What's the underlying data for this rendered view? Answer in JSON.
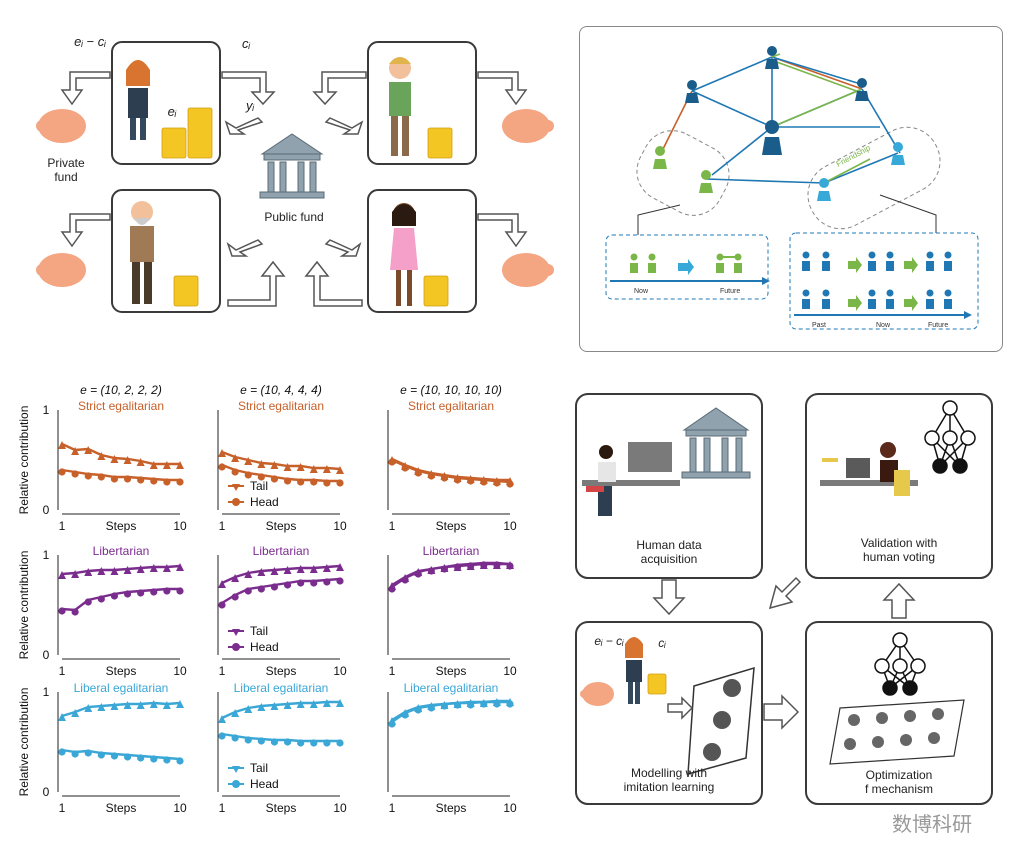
{
  "panel_a": {
    "top_left_label": "eᵢ − cᵢ",
    "top_c_label": "cᵢ",
    "y_label": "yᵢ",
    "e_label": "eᵢ",
    "private_fund": "Private\nfund",
    "public_fund": "Public fund"
  },
  "panel_b": {
    "friendship": "Friendship",
    "left_box": {
      "now": "Now",
      "future": "Future"
    },
    "right_box": {
      "past": "Past",
      "now": "Now",
      "future": "Future"
    },
    "colors": {
      "orange": "#c8602a",
      "blue": "#1f78b4",
      "green": "#7ab648",
      "node_dark": "#1a5c8a",
      "node_light": "#36a9d8"
    }
  },
  "panel_c": {
    "column_titles": [
      "e = (10, 2, 2, 2)",
      "e = (10, 4, 4, 4)",
      "e = (10, 10, 10, 10)"
    ],
    "row_titles": [
      "Strict egalitarian",
      "Libertarian",
      "Liberal egalitarian"
    ],
    "y_axis_label": "Relative contribution",
    "x_axis_label": "Steps",
    "x_ticks": [
      "1",
      "10"
    ],
    "y_ticks": [
      "0",
      "1"
    ],
    "legend": {
      "tail": "Tail",
      "head": "Head"
    },
    "colors": {
      "strict": "#c8602a",
      "libertarian": "#7b2d8e",
      "liberal": "#3aa7d6"
    }
  },
  "chart_data": [
    {
      "type": "line",
      "title": "Strict egalitarian",
      "subtitle": "e = (10, 2, 2, 2)",
      "xlabel": "Steps",
      "ylabel": "Relative contribution",
      "x": [
        1,
        2,
        3,
        4,
        5,
        6,
        7,
        8,
        9,
        10
      ],
      "ylim": [
        0,
        1
      ],
      "series": [
        {
          "name": "Tail",
          "values": [
            0.66,
            0.6,
            0.61,
            0.55,
            0.52,
            0.51,
            0.49,
            0.46,
            0.46,
            0.46
          ]
        },
        {
          "name": "Head",
          "values": [
            0.4,
            0.38,
            0.36,
            0.35,
            0.33,
            0.33,
            0.32,
            0.31,
            0.3,
            0.3
          ]
        }
      ]
    },
    {
      "type": "line",
      "title": "Strict egalitarian",
      "subtitle": "e = (10, 4, 4, 4)",
      "xlabel": "Steps",
      "ylabel": "",
      "x": [
        1,
        2,
        3,
        4,
        5,
        6,
        7,
        8,
        9,
        10
      ],
      "ylim": [
        0,
        1
      ],
      "series": [
        {
          "name": "Tail",
          "values": [
            0.58,
            0.53,
            0.5,
            0.47,
            0.46,
            0.44,
            0.44,
            0.42,
            0.42,
            0.41
          ]
        },
        {
          "name": "Head",
          "values": [
            0.45,
            0.4,
            0.37,
            0.35,
            0.33,
            0.31,
            0.3,
            0.3,
            0.29,
            0.29
          ]
        }
      ]
    },
    {
      "type": "line",
      "title": "Strict egalitarian",
      "subtitle": "e = (10, 10, 10, 10)",
      "xlabel": "Steps",
      "ylabel": "",
      "x": [
        1,
        2,
        3,
        4,
        5,
        6,
        7,
        8,
        9,
        10
      ],
      "ylim": [
        0,
        1
      ],
      "series": [
        {
          "name": "Tail",
          "values": [
            0.51,
            0.45,
            0.4,
            0.37,
            0.35,
            0.33,
            0.32,
            0.31,
            0.3,
            0.3
          ]
        },
        {
          "name": "Head",
          "values": [
            0.5,
            0.44,
            0.39,
            0.36,
            0.34,
            0.32,
            0.31,
            0.3,
            0.29,
            0.28
          ]
        }
      ]
    },
    {
      "type": "line",
      "title": "Libertarian",
      "subtitle": "e = (10, 2, 2, 2)",
      "xlabel": "Steps",
      "ylabel": "Relative contribution",
      "x": [
        1,
        2,
        3,
        4,
        5,
        6,
        7,
        8,
        9,
        10
      ],
      "ylim": [
        0,
        1
      ],
      "series": [
        {
          "name": "Tail",
          "values": [
            0.81,
            0.82,
            0.84,
            0.85,
            0.85,
            0.86,
            0.87,
            0.88,
            0.88,
            0.89
          ]
        },
        {
          "name": "Head",
          "values": [
            0.46,
            0.45,
            0.55,
            0.58,
            0.61,
            0.63,
            0.64,
            0.65,
            0.66,
            0.66
          ]
        }
      ]
    },
    {
      "type": "line",
      "title": "Libertarian",
      "subtitle": "e = (10, 4, 4, 4)",
      "xlabel": "Steps",
      "ylabel": "",
      "x": [
        1,
        2,
        3,
        4,
        5,
        6,
        7,
        8,
        9,
        10
      ],
      "ylim": [
        0,
        1
      ],
      "series": [
        {
          "name": "Tail",
          "values": [
            0.72,
            0.78,
            0.82,
            0.84,
            0.85,
            0.86,
            0.87,
            0.87,
            0.88,
            0.89
          ]
        },
        {
          "name": "Head",
          "values": [
            0.52,
            0.6,
            0.66,
            0.68,
            0.7,
            0.72,
            0.74,
            0.74,
            0.75,
            0.76
          ]
        }
      ]
    },
    {
      "type": "line",
      "title": "Libertarian",
      "subtitle": "e = (10, 10, 10, 10)",
      "xlabel": "Steps",
      "ylabel": "",
      "x": [
        1,
        2,
        3,
        4,
        5,
        6,
        7,
        8,
        9,
        10
      ],
      "ylim": [
        0,
        1
      ],
      "series": [
        {
          "name": "Tail",
          "values": [
            0.7,
            0.78,
            0.84,
            0.86,
            0.88,
            0.89,
            0.9,
            0.91,
            0.91,
            0.91
          ]
        },
        {
          "name": "Head",
          "values": [
            0.68,
            0.77,
            0.83,
            0.86,
            0.88,
            0.9,
            0.91,
            0.92,
            0.92,
            0.91
          ]
        }
      ]
    },
    {
      "type": "line",
      "title": "Liberal egalitarian",
      "subtitle": "e = (10, 2, 2, 2)",
      "xlabel": "Steps",
      "ylabel": "Relative contribution",
      "x": [
        1,
        2,
        3,
        4,
        5,
        6,
        7,
        8,
        9,
        10
      ],
      "ylim": [
        0,
        1
      ],
      "series": [
        {
          "name": "Tail",
          "values": [
            0.76,
            0.8,
            0.85,
            0.86,
            0.87,
            0.88,
            0.88,
            0.89,
            0.88,
            0.89
          ]
        },
        {
          "name": "Head",
          "values": [
            0.42,
            0.4,
            0.41,
            0.39,
            0.38,
            0.37,
            0.36,
            0.35,
            0.34,
            0.33
          ]
        }
      ]
    },
    {
      "type": "line",
      "title": "Liberal egalitarian",
      "subtitle": "e = (10, 4, 4, 4)",
      "xlabel": "Steps",
      "ylabel": "",
      "x": [
        1,
        2,
        3,
        4,
        5,
        6,
        7,
        8,
        9,
        10
      ],
      "ylim": [
        0,
        1
      ],
      "series": [
        {
          "name": "Tail",
          "values": [
            0.74,
            0.8,
            0.84,
            0.86,
            0.87,
            0.88,
            0.89,
            0.89,
            0.9,
            0.9
          ]
        },
        {
          "name": "Head",
          "values": [
            0.58,
            0.56,
            0.54,
            0.53,
            0.52,
            0.52,
            0.51,
            0.51,
            0.51,
            0.51
          ]
        }
      ]
    },
    {
      "type": "line",
      "title": "Liberal egalitarian",
      "subtitle": "e = (10, 10, 10, 10)",
      "xlabel": "Steps",
      "ylabel": "",
      "x": [
        1,
        2,
        3,
        4,
        5,
        6,
        7,
        8,
        9,
        10
      ],
      "ylim": [
        0,
        1
      ],
      "series": [
        {
          "name": "Tail",
          "values": [
            0.72,
            0.8,
            0.85,
            0.87,
            0.88,
            0.89,
            0.9,
            0.9,
            0.91,
            0.91
          ]
        },
        {
          "name": "Head",
          "values": [
            0.7,
            0.79,
            0.84,
            0.86,
            0.88,
            0.89,
            0.89,
            0.9,
            0.9,
            0.9
          ]
        }
      ]
    }
  ],
  "panel_d": {
    "human_data": "Human data\nacquisition",
    "validation": "Validation with\nhuman voting",
    "modelling": "Modelling with\nimitation learning",
    "optimization": "Optimization\nf mechanism",
    "e_minus_c": "eᵢ − cᵢ",
    "c_label": "cᵢ",
    "watermark": "数博科研"
  }
}
